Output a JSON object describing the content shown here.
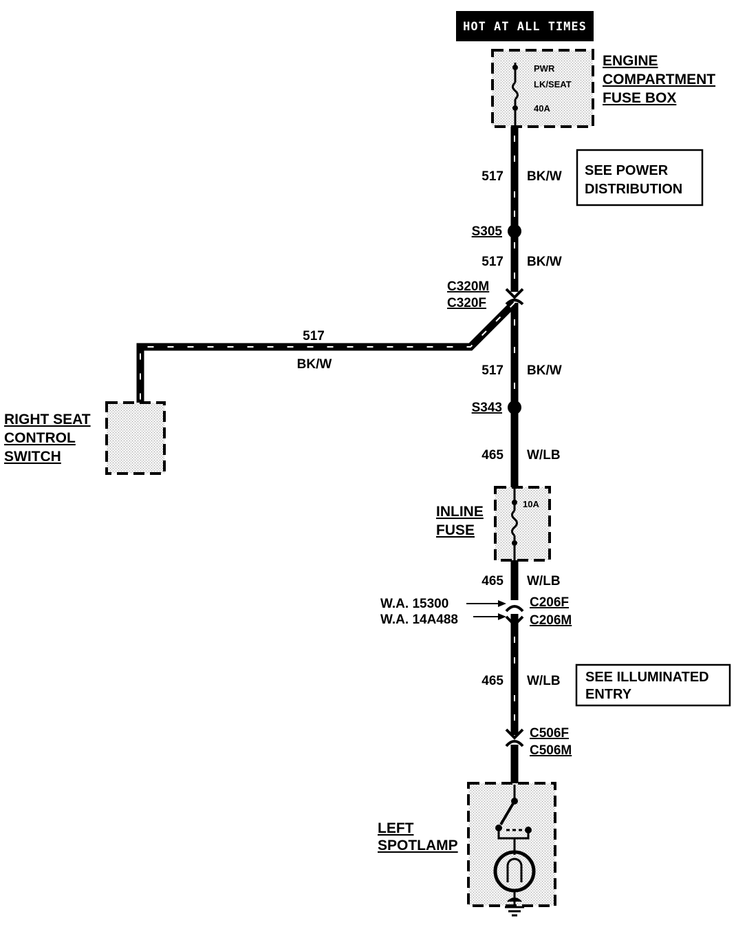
{
  "header": {
    "hot_label": "HOT AT ALL TIMES"
  },
  "fuse_box": {
    "title_lines": [
      "ENGINE",
      "COMPARTMENT",
      "FUSE BOX"
    ],
    "fuse_lines": [
      "PWR",
      "LK/SEAT",
      "40A"
    ]
  },
  "notes": {
    "power_distribution": [
      "SEE POWER",
      "DISTRIBUTION"
    ],
    "illuminated_entry": [
      "SEE ILLUMINATED",
      "ENTRY"
    ]
  },
  "wires": [
    {
      "circuit": "517",
      "color": "BK/W"
    },
    {
      "circuit": "517",
      "color": "BK/W"
    },
    {
      "circuit": "517",
      "color": "BK/W"
    },
    {
      "circuit": "517",
      "color": "BK/W"
    },
    {
      "circuit": "465",
      "color": "W/LB"
    },
    {
      "circuit": "465",
      "color": "W/LB"
    },
    {
      "circuit": "465",
      "color": "W/LB"
    }
  ],
  "splices": {
    "s305": "S305",
    "s343": "S343"
  },
  "connectors": {
    "c320": [
      "C320M",
      "C320F"
    ],
    "c206": [
      "C206F",
      "C206M"
    ],
    "c506": [
      "C506F",
      "C506M"
    ]
  },
  "wiring_assemblies": [
    "W.A. 15300",
    "W.A. 14A488"
  ],
  "inline_fuse": {
    "title_lines": [
      "INLINE",
      "FUSE"
    ],
    "rating": "10A"
  },
  "right_seat_switch": {
    "title_lines": [
      "RIGHT SEAT",
      "CONTROL",
      "SWITCH"
    ]
  },
  "left_spotlamp": {
    "title_lines": [
      "LEFT",
      "SPOTLAMP"
    ]
  }
}
